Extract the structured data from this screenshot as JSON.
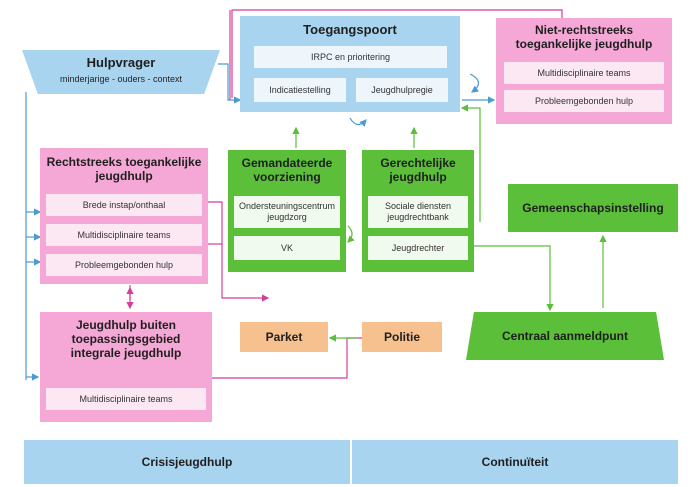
{
  "colors": {
    "blue": "#a8d4ef",
    "pink": "#f5a8d6",
    "green": "#5bbf3a",
    "orange": "#f7c08f",
    "line_blue": "#4a9bd1",
    "line_pink": "#d43f98",
    "line_green": "#5bbf3a"
  },
  "hulpvrager": {
    "title": "Hulpvrager",
    "subtitle": "minderjarige - ouders - context"
  },
  "toegangspoort": {
    "title": "Toegangspoort",
    "items": [
      "IRPC en prioritering",
      "Indicatiestelling",
      "Jeugdhulpregie"
    ]
  },
  "niet_rechtstreeks": {
    "title": "Niet-rechtstreeks toegankelijke jeugdhulp",
    "items": [
      "Multidisciplinaire teams",
      "Probleemgebonden hulp"
    ]
  },
  "rechtstreeks": {
    "title": "Rechtstreeks toegankelijke jeugdhulp",
    "items": [
      "Brede instap/onthaal",
      "Multidisciplinaire teams",
      "Probleemgebonden hulp"
    ]
  },
  "gemandateerde": {
    "title": "Gemandateerde voorziening",
    "items": [
      "Ondersteuningscentrum jeugdzorg",
      "VK"
    ]
  },
  "gerechtelijke": {
    "title": "Gerechtelijke jeugdhulp",
    "items": [
      "Sociale diensten jeugdrechtbank",
      "Jeugdrechter"
    ]
  },
  "gemeenschapsinstelling": {
    "title": "Gemeenschapsinstelling"
  },
  "centraal": {
    "title": "Centraal aanmeldpunt"
  },
  "buiten": {
    "title": "Jeugdhulp buiten toepassingsgebied integrale jeugdhulp",
    "items": [
      "Multidisciplinaire teams"
    ]
  },
  "parket": {
    "title": "Parket"
  },
  "politie": {
    "title": "Politie"
  },
  "bottom": {
    "left": "Crisisjeugdhulp",
    "right": "Continuïteit"
  }
}
